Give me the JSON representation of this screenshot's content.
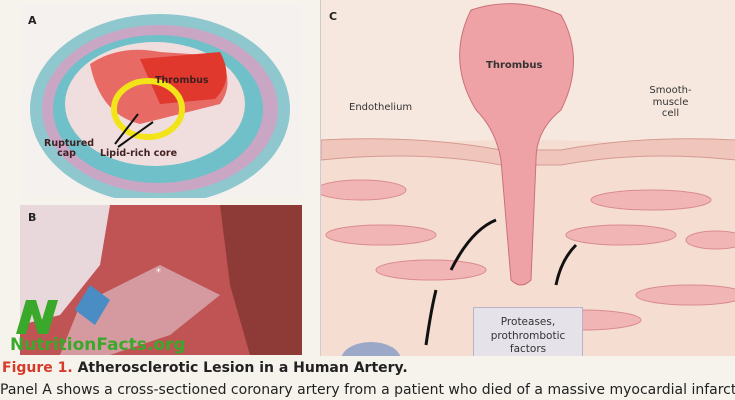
{
  "panel_a": {
    "label": "A",
    "annotations": {
      "thrombus": "Thrombus",
      "ruptured_cap": "Ruptured cap",
      "lipid_core": "Lipid-rich core"
    }
  },
  "panel_b": {
    "label": "B",
    "marker": "*"
  },
  "panel_c": {
    "label": "C",
    "annotations": {
      "thrombus": "Thrombus",
      "endothelium": "Endothelium",
      "smooth_muscle": "Smooth-muscle cell",
      "proteases": "Proteases, prothrombotic factors"
    }
  },
  "caption": {
    "figure_number": "Figure 1.",
    "title": "Atherosclerotic Lesion in a Human Artery.",
    "body": "Panel A shows a cross-sectioned coronary artery from a patient who died of a massive myocardial infarction"
  },
  "logo": {
    "text": "NutritionFacts.org",
    "color": "#3aa82a"
  }
}
